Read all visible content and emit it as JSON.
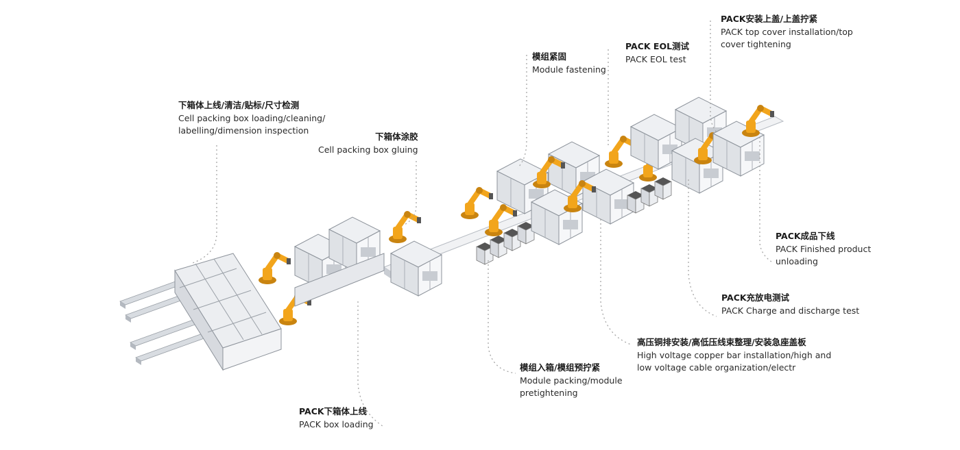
{
  "colors": {
    "robot": "#f2a51c",
    "robot_dark": "#c98410",
    "machine_frame": "#c8ccd2",
    "machine_panel": "#eef0f3",
    "machine_dark": "#8d939b",
    "rail": "#bfc4ca",
    "leader": "#a6a6a6"
  },
  "labels": [
    {
      "id": "cell-box-loading",
      "zh": "下箱体上线/清洁/贴标/尺寸检测",
      "en": [
        "Cell packing box loading/cleaning/",
        "labelling/dimension inspection"
      ]
    },
    {
      "id": "cell-box-gluing",
      "zh": "下箱体涂胶",
      "en": [
        "Cell packing box gluing"
      ]
    },
    {
      "id": "pack-box-loading",
      "zh": "PACK下箱体上线",
      "en": [
        "PACK box loading"
      ]
    },
    {
      "id": "module-fastening",
      "zh": "模组紧固",
      "en": [
        "Module fastening"
      ]
    },
    {
      "id": "pack-eol-test",
      "zh": "PACK EOL测试",
      "en": [
        "PACK EOL test"
      ]
    },
    {
      "id": "top-cover",
      "zh": "PACK安装上盖/上盖拧紧",
      "en": [
        "PACK top cover installation/top",
        "cover tightening"
      ]
    },
    {
      "id": "finished-unloading",
      "zh": "PACK成品下线",
      "en": [
        "PACK Finished product",
        "unloading"
      ]
    },
    {
      "id": "charge-discharge",
      "zh": "PACK充放电测试",
      "en": [
        "PACK Charge and discharge test"
      ]
    },
    {
      "id": "copper-bar",
      "zh": "高压铜排安装/高低压线束整理/安装急座盖板",
      "en": [
        "High voltage copper bar installation/high and",
        " low voltage cable organization/electr"
      ]
    },
    {
      "id": "module-packing",
      "zh": "模组入箱/模组预拧紧",
      "en": [
        "Module packing/module",
        "pretightening"
      ]
    }
  ]
}
